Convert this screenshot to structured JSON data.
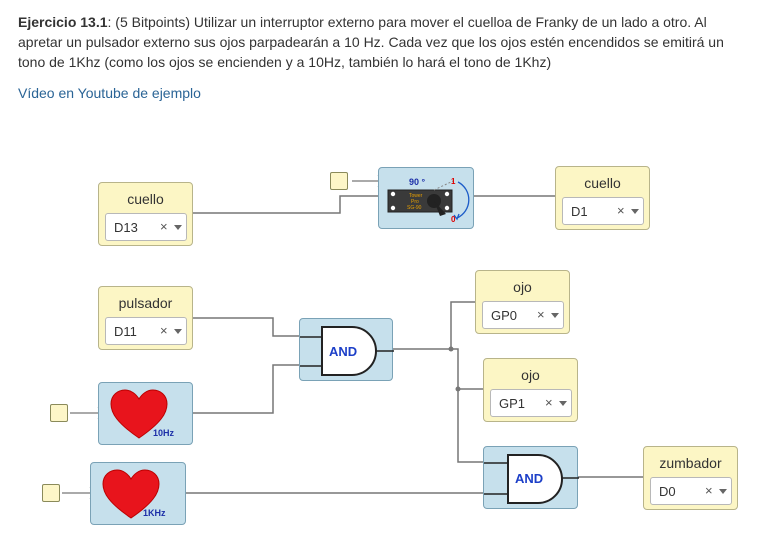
{
  "exercise": {
    "title": "Ejercicio 13.1",
    "points": ": (5 Bitpoints)",
    "text": " Utilizar un interruptor externo para mover el cuelloa de Franky de un lado a otro. Al apretar un pulsador externo sus ojos parpadearán a 10 Hz. Cada vez que los ojos estén encendidos se emitirá un tono de 1Khz (como los ojos se encienden y a 10Hz, también lo hará el tono de 1Khz)",
    "video_link": "Vídeo en Youtube de ejemplo"
  },
  "blocks": {
    "cuello_in": {
      "title": "cuello",
      "value": "D13",
      "clear": "×"
    },
    "cuello_out": {
      "title": "cuello",
      "value": "D1",
      "clear": "×"
    },
    "pulsador": {
      "title": "pulsador",
      "value": "D11",
      "clear": "×"
    },
    "ojo1": {
      "title": "ojo",
      "value": "GP0",
      "clear": "×"
    },
    "ojo2": {
      "title": "ojo",
      "value": "GP1",
      "clear": "×"
    },
    "zumbador": {
      "title": "zumbador",
      "value": "D0",
      "clear": "×"
    },
    "and1": {
      "label": "AND"
    },
    "and2": {
      "label": "AND"
    },
    "servo": {
      "angle": "90 °",
      "one": "1",
      "zero": "0",
      "text1": "Tower",
      "text2": "Pro",
      "text3": "SG-90"
    },
    "heart1": {
      "freq": "10Hz"
    },
    "heart2": {
      "freq": "1KHz"
    }
  },
  "colors": {
    "input_block": "#fcf6c5",
    "logic_block": "#c6e0ec",
    "wire": "#777777",
    "and_text": "#1c3fc8",
    "heart": "#e8141c"
  }
}
